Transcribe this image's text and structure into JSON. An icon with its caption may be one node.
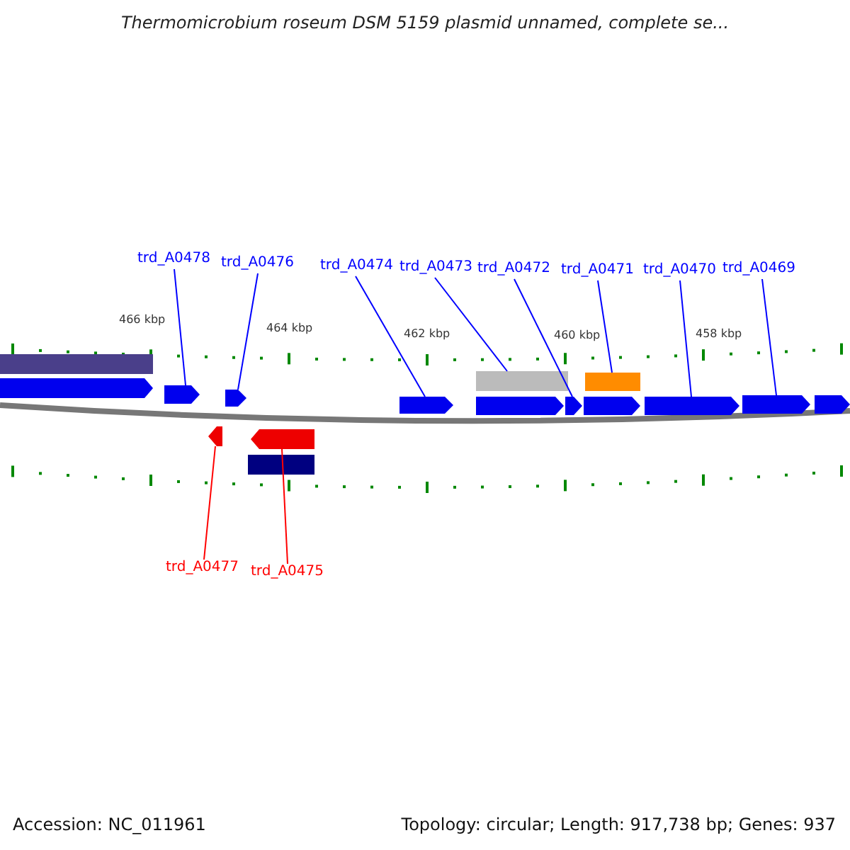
{
  "diagram": {
    "title": "Thermomicrobium roseum DSM 5159 plasmid unnamed, complete se...",
    "nodes": [
      {
        "text": [
          "trd_A0478"
        ]
      },
      {
        "text": [
          "trd_A0476"
        ]
      },
      {
        "text": [
          "trd_A0474"
        ]
      },
      {
        "text": [
          "trd_A0473"
        ]
      },
      {
        "text": [
          "trd_A0472"
        ]
      },
      {
        "text": [
          "trd_A0471"
        ]
      },
      {
        "text": [
          "trd_A0470"
        ]
      },
      {
        "text": [
          "trd_A0469"
        ]
      },
      {
        "text": [
          "trd_A0477"
        ]
      },
      {
        "text": [
          "trd_A0475"
        ]
      },
      {
        "text": [],
        "shape": "bar"
      },
      {
        "text": [],
        "shape": "pentagon"
      },
      {
        "text": [],
        "shape": "pentagon"
      },
      {
        "text": [],
        "shape": "pentagon"
      },
      {
        "text": [],
        "shape": "pentagon"
      },
      {
        "text": [],
        "shape": "pentagon"
      },
      {
        "text": [],
        "shape": "pentagon"
      },
      {
        "text": [],
        "shape": "pentagon"
      },
      {
        "text": [],
        "shape": "pentagon"
      },
      {
        "text": [],
        "shape": "pentagon"
      },
      {
        "text": [],
        "shape": "pentagon"
      },
      {
        "text": [],
        "shape": "bar"
      },
      {
        "text": [],
        "shape": "bar"
      },
      {
        "text": [],
        "shape": "pentagon"
      },
      {
        "text": [],
        "shape": "pentagon"
      },
      {
        "text": [],
        "shape": "bar"
      }
    ],
    "edges": [
      {
        "from": 0,
        "to": 12,
        "arrow": "none"
      },
      {
        "from": 1,
        "to": 13,
        "arrow": "none"
      },
      {
        "from": 2,
        "to": 14,
        "arrow": "none"
      },
      {
        "from": 3,
        "to": 21,
        "arrow": "none"
      },
      {
        "from": 4,
        "to": 16,
        "arrow": "none"
      },
      {
        "from": 5,
        "to": 22,
        "arrow": "none"
      },
      {
        "from": 6,
        "to": 18,
        "arrow": "none"
      },
      {
        "from": 7,
        "to": 19,
        "arrow": "none"
      },
      {
        "from": 8,
        "to": 23,
        "arrow": "none",
        "color": "#ff0000"
      },
      {
        "from": 9,
        "to": 24,
        "arrow": "none",
        "color": "#ff0000"
      }
    ],
    "labels": [
      "466 kbp",
      "464 kbp",
      "462 kbp",
      "460 kbp",
      "458 kbp",
      "Accession: NC_011961",
      "Topology: circular; Length: 917,738 bp; Genes: 937"
    ]
  }
}
